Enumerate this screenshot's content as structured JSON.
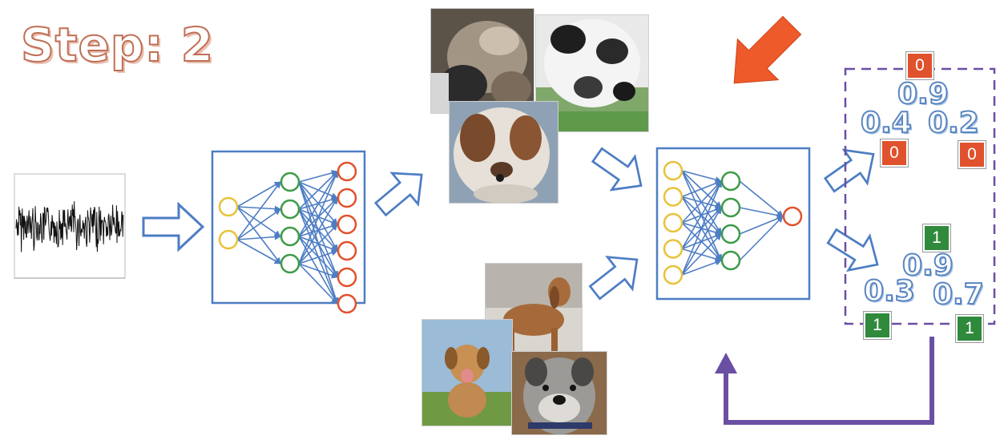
{
  "title": "Step: 2",
  "colors": {
    "input_node": "#e8c23a",
    "hidden_node": "#3d9b48",
    "output_node": "#e0522d",
    "connection": "#4d7dc4",
    "box_border": "#4d7dc4",
    "hollow_arrow": "#4d7dc4",
    "highlight_arrow": "#ef5a2a",
    "feedback_arrow": "#6a4fa3",
    "fake_label": "#e0522d",
    "real_label": "#2f8a3c"
  },
  "generator": {
    "input_nodes": 2,
    "hidden_nodes": 4,
    "output_nodes": 6
  },
  "discriminator": {
    "input_nodes": 5,
    "hidden_nodes": 4,
    "output_nodes": 1
  },
  "fake_group": {
    "top_label": "0",
    "scores": {
      "top": "0.9",
      "left": "0.4",
      "right": "0.2"
    },
    "left_label": "0",
    "right_label": "0"
  },
  "real_group": {
    "top_label": "1",
    "scores": {
      "top": "0.9",
      "left": "0.3",
      "right": "0.7"
    },
    "left_label": "1",
    "right_label": "1"
  },
  "icons": {
    "noise": "noise-signal-plot-icon",
    "fake_images": "generated-dog-image-icon",
    "real_images": "real-dog-photo-icon"
  }
}
